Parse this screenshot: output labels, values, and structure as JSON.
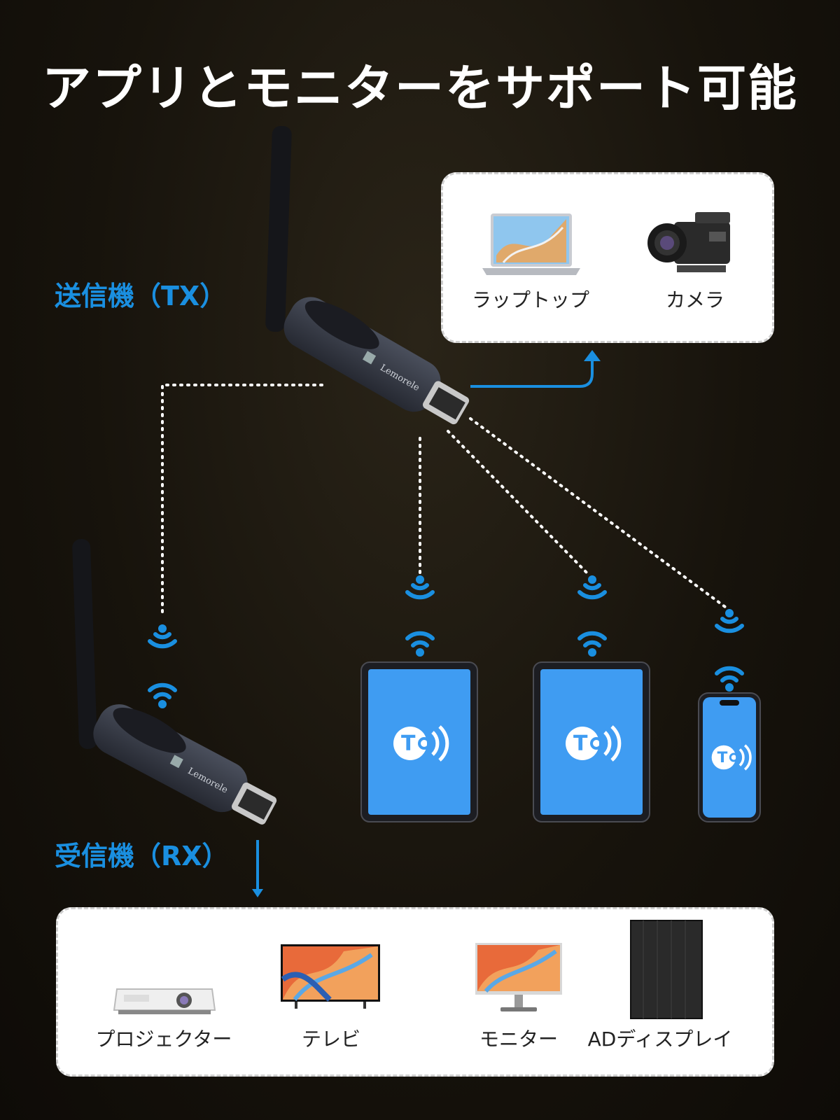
{
  "title": "アプリとモニターをサポート可能",
  "tx_label": "送信機（TX）",
  "rx_label": "受信機（RX）",
  "source_card": {
    "items": [
      {
        "label": "ラップトップ",
        "icon": "laptop-icon"
      },
      {
        "label": "カメラ",
        "icon": "camera-icon"
      }
    ]
  },
  "display_card": {
    "items": [
      {
        "label": "プロジェクター",
        "icon": "projector-icon"
      },
      {
        "label": "テレビ",
        "icon": "tv-icon"
      },
      {
        "label": "モニター",
        "icon": "monitor-icon"
      },
      {
        "label": "ADディスプレイ",
        "icon": "ad-display-icon"
      }
    ]
  },
  "dongle_brand": "Lemorele",
  "colors": {
    "accent": "#1a8fe0",
    "screen": "#3f9cf2",
    "background": "#17130c"
  }
}
